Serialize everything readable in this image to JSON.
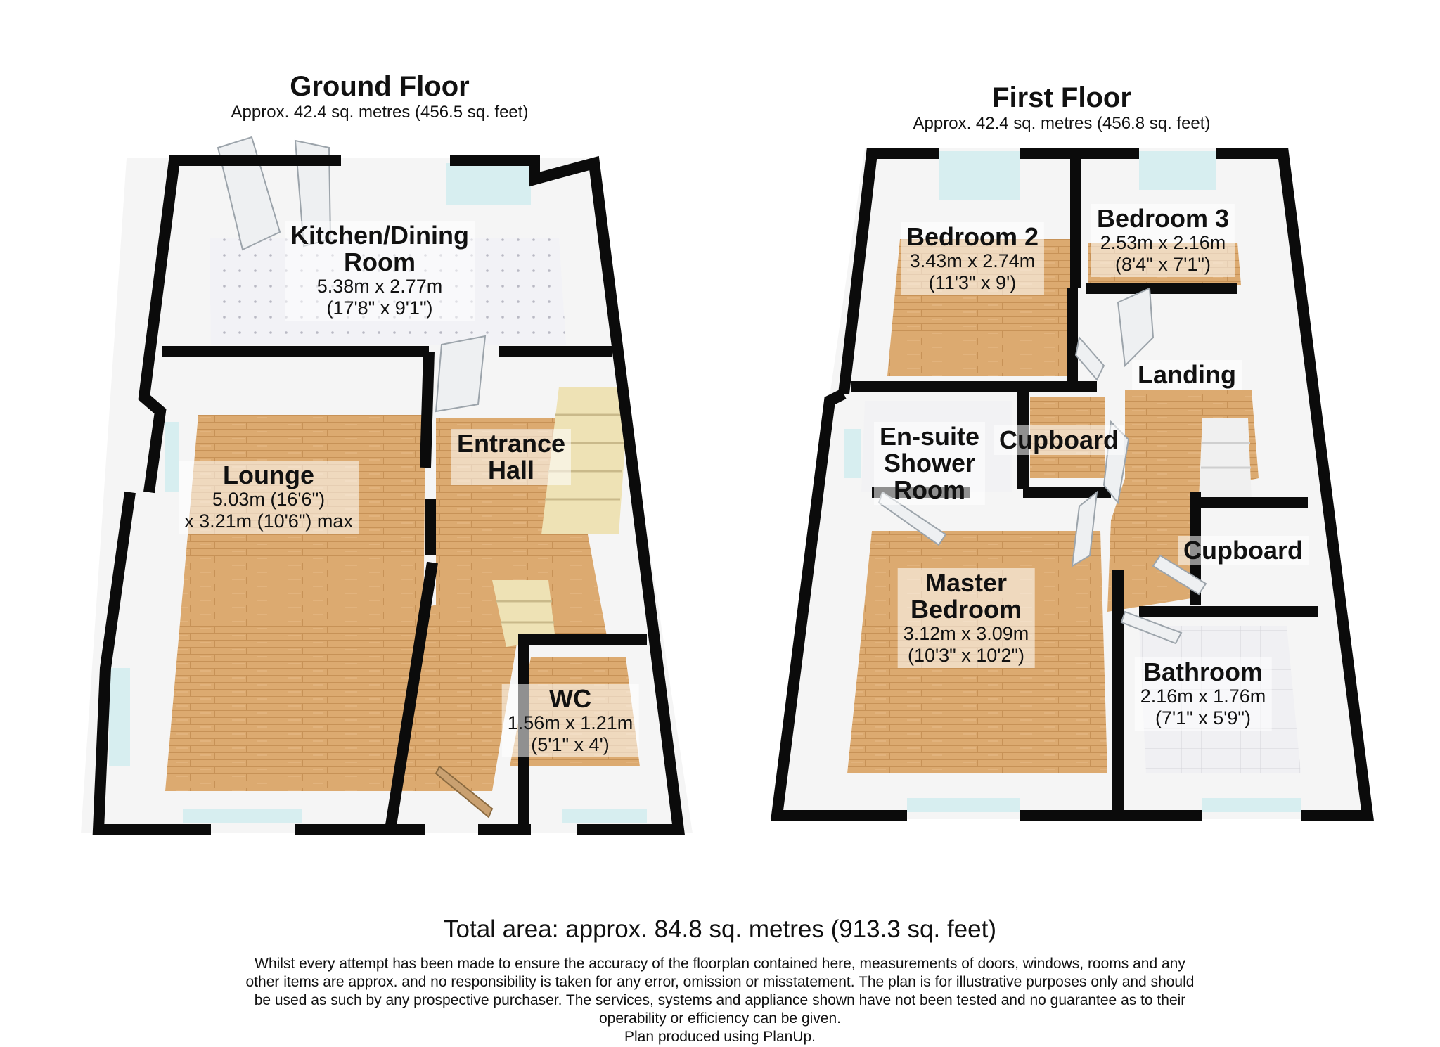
{
  "ground_floor": {
    "title": "Ground Floor",
    "area": "Approx. 42.4 sq. metres (456.5 sq. feet)",
    "rooms": {
      "kitchen": {
        "name_line1": "Kitchen/Dining",
        "name_line2": "Room",
        "size": "5.38m x 2.77m",
        "size_imperial": "(17'8\" x 9'1\")"
      },
      "lounge": {
        "name": "Lounge",
        "size_line1": "5.03m (16'6\")",
        "size_line2": "x 3.21m (10'6\") max"
      },
      "entrance_hall": {
        "name_line1": "Entrance",
        "name_line2": "Hall"
      },
      "wc": {
        "name": "WC",
        "size": "1.56m x 1.21m",
        "size_imperial": "(5'1\" x 4')"
      }
    }
  },
  "first_floor": {
    "title": "First Floor",
    "area": "Approx. 42.4 sq. metres (456.8 sq. feet)",
    "rooms": {
      "bedroom2": {
        "name": "Bedroom 2",
        "size": "3.43m x 2.74m",
        "size_imperial": "(11'3\" x 9')"
      },
      "bedroom3": {
        "name": "Bedroom 3",
        "size": "2.53m x 2.16m",
        "size_imperial": "(8'4\" x 7'1\")"
      },
      "landing": {
        "name": "Landing"
      },
      "ensuite": {
        "name_line1": "En-suite",
        "name_line2": "Shower",
        "name_line3": "Room"
      },
      "cupboard1": {
        "name": "Cupboard"
      },
      "cupboard2": {
        "name": "Cupboard"
      },
      "master": {
        "name_line1": "Master",
        "name_line2": "Bedroom",
        "size": "3.12m x 3.09m",
        "size_imperial": "(10'3\" x 10'2\")"
      },
      "bathroom": {
        "name": "Bathroom",
        "size": "2.16m x 1.76m",
        "size_imperial": "(7'1\" x 5'9\")"
      }
    }
  },
  "footer": {
    "total": "Total area: approx. 84.8 sq. metres (913.3 sq. feet)",
    "disclaimer": "Whilst every attempt has been made to ensure the accuracy of the floorplan contained here, measurements of doors, windows, rooms and any other items are approx. and no responsibility is taken for any error, omission or misstatement. The plan is for illustrative purposes only and should be used as such by any prospective purchaser. The services, systems and appliance shown have not been tested and no guarantee as to their operability or efficiency can be given.",
    "credit": "Plan produced using PlanUp."
  },
  "colors": {
    "wall": "#0b0b0b",
    "wood": "#d9a46a",
    "wood_dark": "#c48a4c",
    "tile": "#e9e9ee",
    "wall_inner": "#f4f4f4",
    "window": "#cfe9ee",
    "stairs": "#e8d9a8"
  }
}
